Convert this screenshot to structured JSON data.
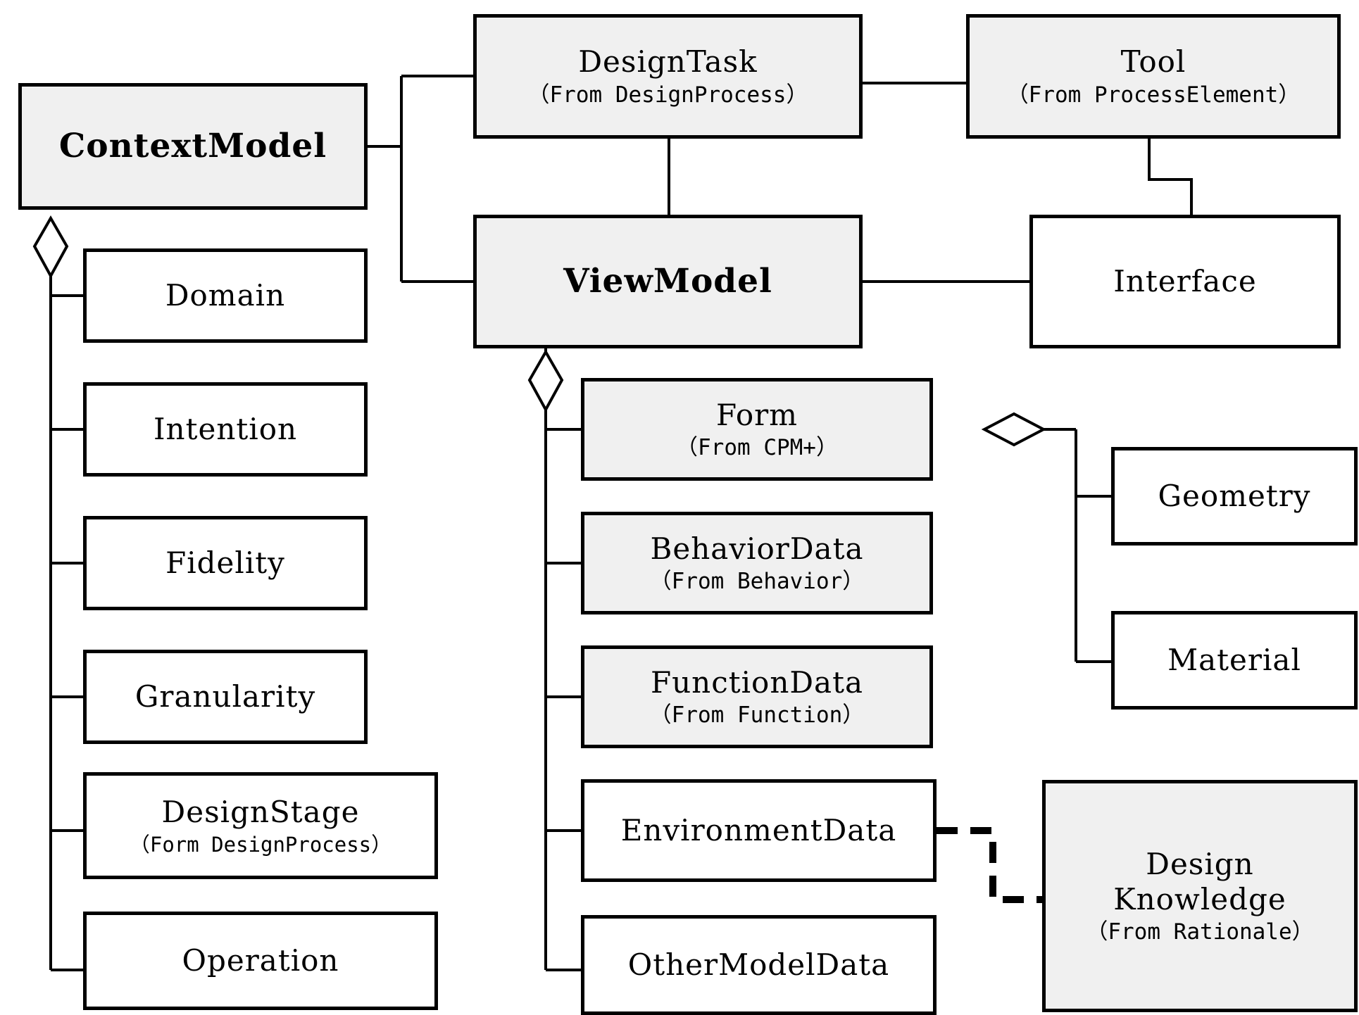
{
  "diagram": {
    "title": "ContextModel / ViewModel UML class diagram",
    "type": "uml-class-diagram",
    "colors": {
      "shaded_fill": "#f0f0f0",
      "plain_fill": "#ffffff",
      "stroke": "#000000"
    }
  },
  "nodes": {
    "context_model": {
      "title": "ContextModel",
      "subtitle": "",
      "fill": "shaded"
    },
    "design_task": {
      "title": "DesignTask",
      "subtitle": "（From DesignProcess）",
      "fill": "shaded"
    },
    "tool": {
      "title": "Tool",
      "subtitle": "（From ProcessElement）",
      "fill": "shaded"
    },
    "view_model": {
      "title": "ViewModel",
      "subtitle": "",
      "fill": "shaded"
    },
    "interface": {
      "title": "Interface",
      "subtitle": "",
      "fill": "plain"
    },
    "domain": {
      "title": "Domain",
      "subtitle": "",
      "fill": "plain"
    },
    "intention": {
      "title": "Intention",
      "subtitle": "",
      "fill": "plain"
    },
    "fidelity": {
      "title": "Fidelity",
      "subtitle": "",
      "fill": "plain"
    },
    "granularity": {
      "title": "Granularity",
      "subtitle": "",
      "fill": "plain"
    },
    "design_stage": {
      "title": "DesignStage",
      "subtitle": "（Form DesignProcess）",
      "fill": "plain"
    },
    "operation": {
      "title": "Operation",
      "subtitle": "",
      "fill": "plain"
    },
    "form": {
      "title": "Form",
      "subtitle": "（From CPM+）",
      "fill": "shaded"
    },
    "behavior_data": {
      "title": "BehaviorData",
      "subtitle": "（From Behavior）",
      "fill": "shaded"
    },
    "function_data": {
      "title": "FunctionData",
      "subtitle": "（From Function）",
      "fill": "shaded"
    },
    "environment_data": {
      "title": "EnvironmentData",
      "subtitle": "",
      "fill": "plain"
    },
    "other_model_data": {
      "title": "OtherModelData",
      "subtitle": "",
      "fill": "plain"
    },
    "geometry": {
      "title": "Geometry",
      "subtitle": "",
      "fill": "plain"
    },
    "material": {
      "title": "Material",
      "subtitle": "",
      "fill": "plain"
    },
    "design_knowledge": {
      "title_line1": "Design",
      "title_line2": "Knowledge",
      "subtitle": "（From Rationale）",
      "fill": "shaded"
    }
  },
  "relations": [
    {
      "from": "context_model",
      "to": "design_task",
      "kind": "association"
    },
    {
      "from": "context_model",
      "to": "view_model",
      "kind": "association"
    },
    {
      "from": "design_task",
      "to": "tool",
      "kind": "association"
    },
    {
      "from": "design_task",
      "to": "view_model",
      "kind": "association"
    },
    {
      "from": "tool",
      "to": "interface",
      "kind": "association"
    },
    {
      "from": "view_model",
      "to": "interface",
      "kind": "association"
    },
    {
      "from": "context_model",
      "to": "domain",
      "kind": "aggregation"
    },
    {
      "from": "context_model",
      "to": "intention",
      "kind": "aggregation"
    },
    {
      "from": "context_model",
      "to": "fidelity",
      "kind": "aggregation"
    },
    {
      "from": "context_model",
      "to": "granularity",
      "kind": "aggregation"
    },
    {
      "from": "context_model",
      "to": "design_stage",
      "kind": "aggregation"
    },
    {
      "from": "context_model",
      "to": "operation",
      "kind": "aggregation"
    },
    {
      "from": "view_model",
      "to": "form",
      "kind": "aggregation"
    },
    {
      "from": "view_model",
      "to": "behavior_data",
      "kind": "aggregation"
    },
    {
      "from": "view_model",
      "to": "function_data",
      "kind": "aggregation"
    },
    {
      "from": "view_model",
      "to": "environment_data",
      "kind": "aggregation"
    },
    {
      "from": "view_model",
      "to": "other_model_data",
      "kind": "aggregation"
    },
    {
      "from": "form",
      "to": "geometry",
      "kind": "aggregation"
    },
    {
      "from": "form",
      "to": "material",
      "kind": "aggregation"
    },
    {
      "from": "environment_data",
      "to": "design_knowledge",
      "kind": "dependency-dashed"
    }
  ]
}
